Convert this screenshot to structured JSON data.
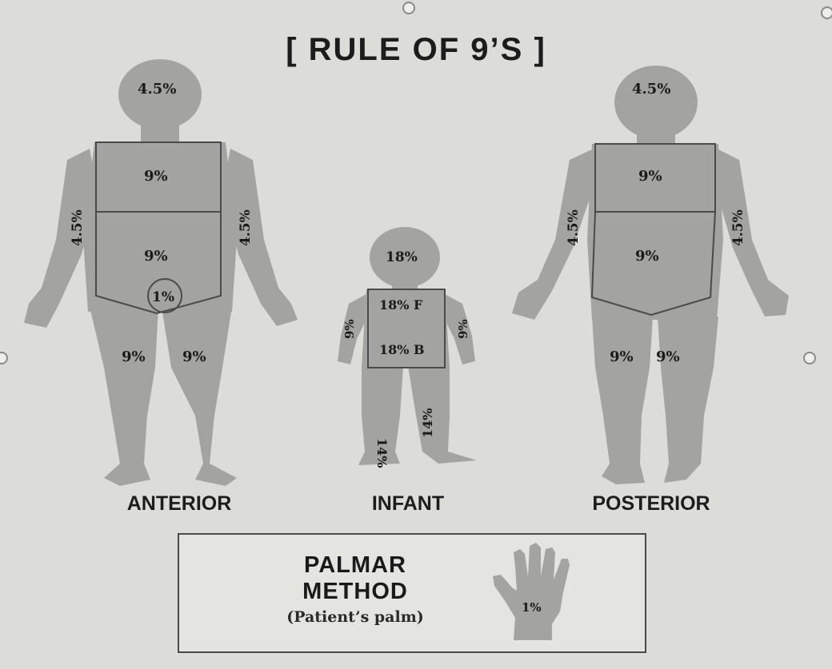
{
  "title": "[ RULE OF 9’S ]",
  "figures": {
    "anterior": {
      "caption": "ANTERIOR",
      "head": "4.5%",
      "chest": "9%",
      "abdomen": "9%",
      "genital": "1%",
      "left_arm": "4.5%",
      "right_arm": "4.5%",
      "left_leg": "9%",
      "right_leg": "9%"
    },
    "infant": {
      "caption": "INFANT",
      "head": "18%",
      "trunk_front": "18% F",
      "trunk_back": "18% B",
      "left_arm": "9%",
      "right_arm": "9%",
      "left_leg": "14%",
      "right_leg": "14%"
    },
    "posterior": {
      "caption": "POSTERIOR",
      "head": "4.5%",
      "upper_back": "9%",
      "lower_back": "9%",
      "left_arm": "4.5%",
      "right_arm": "4.5%",
      "left_leg": "9%",
      "right_leg": "9%"
    }
  },
  "palmar": {
    "title_line1": "PALMAR",
    "title_line2": "METHOD",
    "subtitle": "(Patient’s palm)",
    "hand_value": "1%"
  },
  "colors": {
    "background": "#dcdcd9",
    "silhouette": "#a3a3a1",
    "text": "#1a1a1a"
  }
}
